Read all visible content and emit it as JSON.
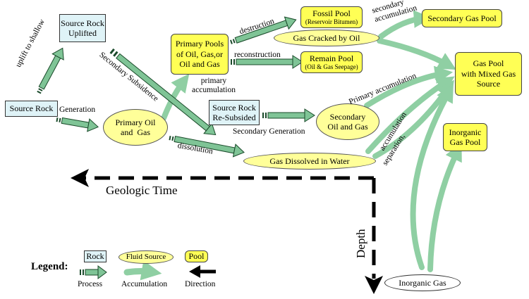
{
  "rocks": {
    "source_rock": "Source Rock",
    "uplifted": "Source Rock\nUplifted",
    "resubsided": "Source Rock\nRe-Subsided"
  },
  "fluids": {
    "primary_oil_gas": "Primary Oil\nand  Gas",
    "secondary_oil_gas": "Secondary\nOil and Gas",
    "gas_dissolved": "Gas Dissolved in Water",
    "gas_cracked": "Gas Cracked by Oil",
    "inorganic_gas": "Inorganic Gas"
  },
  "pools": {
    "primary_pools": "Primary Pools\nof Oil, Gas,or\nOil and Gas",
    "fossil_pool": "Fossil Pool",
    "fossil_pool_sub": "(Reservoir Bitumen)",
    "remain_pool": "Remain Pool",
    "remain_pool_sub": "(Oil & Gas Seepage)",
    "secondary_gas_pool": "Secondary Gas Pool",
    "mixed_gas_pool": "Gas Pool\nwith Mixed Gas\nSource",
    "inorganic_gas_pool": "Inorganic\nGas Pool"
  },
  "labels": {
    "uplift": "uplift to shallow",
    "generation": "Generation",
    "secondary_subsidence": "Secondary Subsidence",
    "destruction": "destruction",
    "reconstruction": "reconstruction",
    "primary_accumulation": "primary\naccumulation",
    "secondary_generation": "Secondary Generation",
    "dissolution": "dissolution",
    "secondary_accumulation": "secondary\naccumulation",
    "primary_accumulation_2": "Primary accumulation",
    "accumulation": "accumulation",
    "separation": "separation,",
    "geologic_time": "Geologic Time",
    "depth": "Depth"
  },
  "legend": {
    "title": "Legend:",
    "rock": "Rock",
    "fluid": "Fluid Source",
    "pool": "Pool",
    "process": "Process",
    "accumulation": "Accumulation",
    "direction": "Direction"
  },
  "colors": {
    "rock_fill": "#dff3f7",
    "pool_fill": "#ffff55",
    "fluid_fill": "#ffff99",
    "accumulation_arrow": "#8fcfa3",
    "process_arrow": "#7fc496"
  }
}
